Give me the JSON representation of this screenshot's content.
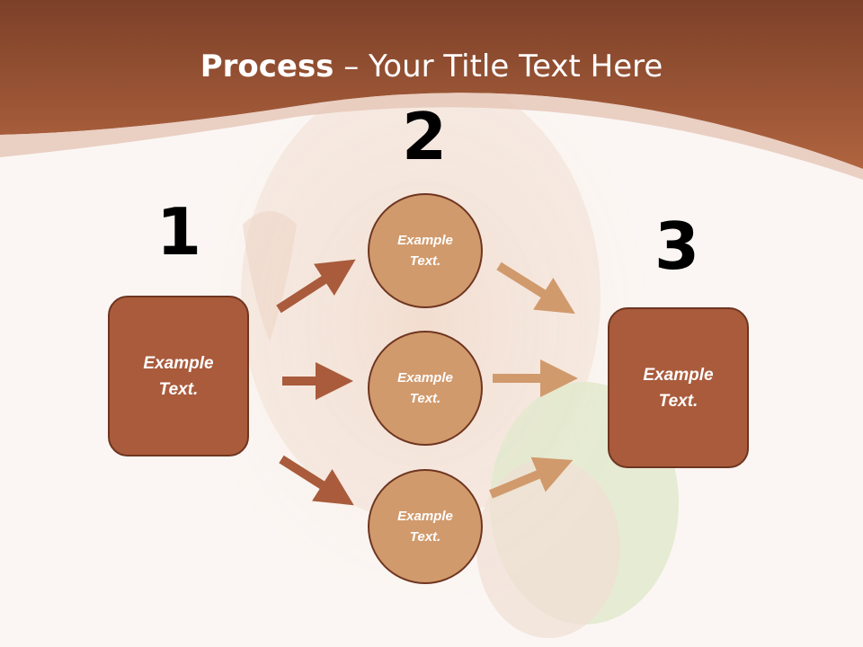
{
  "slide": {
    "title_bold": "Process",
    "title_rest": " – Your Title Text Here"
  },
  "steps": {
    "one": "1",
    "two": "2",
    "three": "3"
  },
  "boxes": {
    "left": {
      "line1": "Example",
      "line2": "Text."
    },
    "right": {
      "line1": "Example",
      "line2": "Text."
    }
  },
  "circles": {
    "top": {
      "line1": "Example",
      "line2": "Text."
    },
    "middle": {
      "line1": "Example",
      "line2": "Text."
    },
    "bottom": {
      "line1": "Example",
      "line2": "Text."
    }
  },
  "colors": {
    "header_brown": "#a95b3c",
    "box_fill": "#a95b3c",
    "circle_fill": "#d19a6c",
    "outline": "#6e3520",
    "arrow_dark": "#a95b3c",
    "arrow_light": "#d19a6c"
  }
}
